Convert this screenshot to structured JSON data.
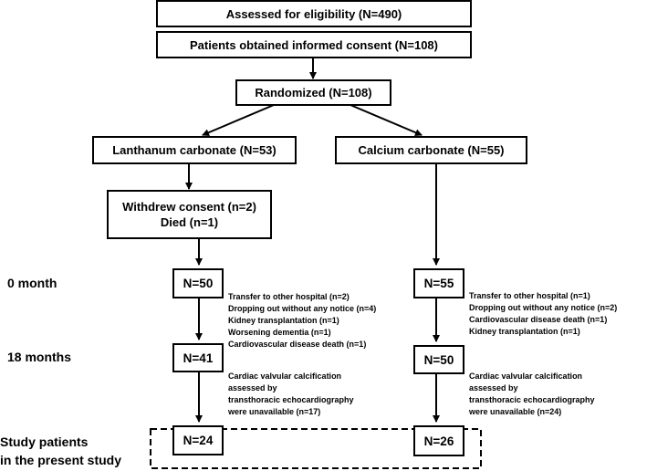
{
  "boxes": {
    "assessed": "Assessed for eligibility  (N=490)",
    "consent": "Patients obtained informed consent  (N=108)",
    "randomized": "Randomized (N=108)",
    "lanthanum": "Lanthanum carbonate (N=53)",
    "calcium": "Calcium carbonate (N=55)",
    "withdrew": [
      "Withdrew consent (n=2)",
      "Died (n=1)"
    ],
    "l0": "N=50",
    "c0": "N=55",
    "l18": "N=41",
    "c18": "N=50",
    "lstudy": "N=24",
    "cstudy": "N=26"
  },
  "labels": {
    "month0": "0 month",
    "month18": "18 months",
    "study": [
      "Study patients",
      "in the present study"
    ]
  },
  "notes": {
    "left_dropout": [
      "Transfer to other hospital (n=2)",
      "Dropping out without any notice (n=4)",
      "Kidney transplantation (n=1)",
      "Worsening dementia (n=1)",
      "Cardiovascular disease death (n=1)"
    ],
    "right_dropout": [
      "Transfer to other hospital (n=1)",
      "Dropping out without any notice (n=2)",
      "Cardiovascular disease death (n=1)",
      "Kidney transplantation (n=1)"
    ],
    "left_unavail": [
      "Cardiac valvular calcification",
      "assessed by",
      "transthoracic echocardiography",
      "were unavailable  (n=17)"
    ],
    "right_unavail": [
      "Cardiac valvular calcification",
      "assessed by",
      "transthoracic echocardiography",
      "were unavailable  (n=24)"
    ]
  }
}
